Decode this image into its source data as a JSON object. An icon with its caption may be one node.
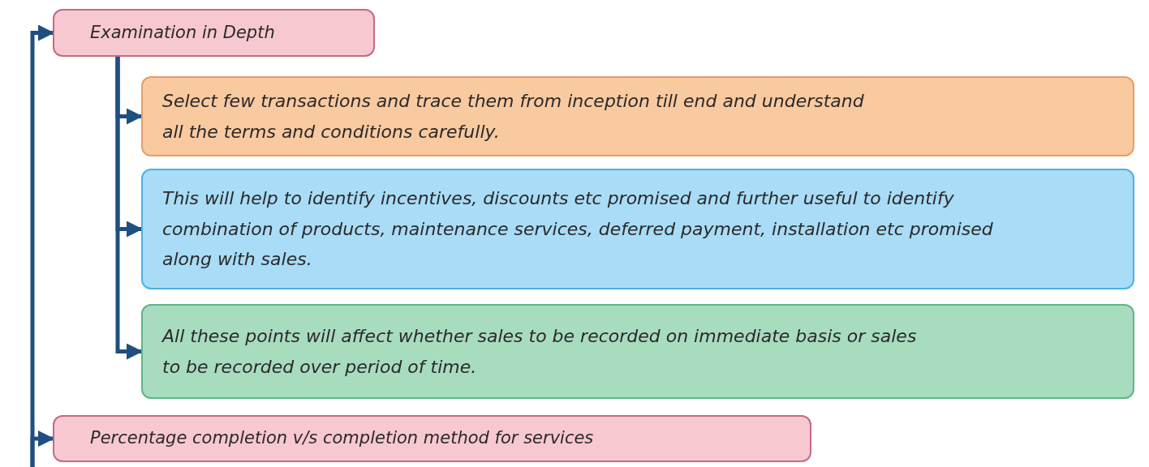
{
  "diagram": {
    "nodes": [
      {
        "text": [
          "Examination in Depth"
        ]
      },
      {
        "text": [
          "Select few transactions and trace them from inception till end and understand all the terms and conditions carefully."
        ]
      },
      {
        "text": [
          "This will help to identify incentives, discounts etc promised and further useful to identify combination of products, maintenance services, deferred payment, installation etc promised along with sales."
        ]
      },
      {
        "text": [
          "All these points will affect whether sales to be recorded on immediate basis or sales to be recorded over period of time."
        ]
      },
      {
        "text": [
          "Percentage completion v/s completion method for services"
        ]
      }
    ],
    "edges": [
      {
        "from": null,
        "to": 0,
        "arrow": "to"
      },
      {
        "from": 0,
        "to": 1,
        "arrow": "to"
      },
      {
        "from": 0,
        "to": 2,
        "arrow": "to"
      },
      {
        "from": 0,
        "to": 3,
        "arrow": "to"
      },
      {
        "from": null,
        "to": 4,
        "arrow": "to"
      }
    ]
  }
}
